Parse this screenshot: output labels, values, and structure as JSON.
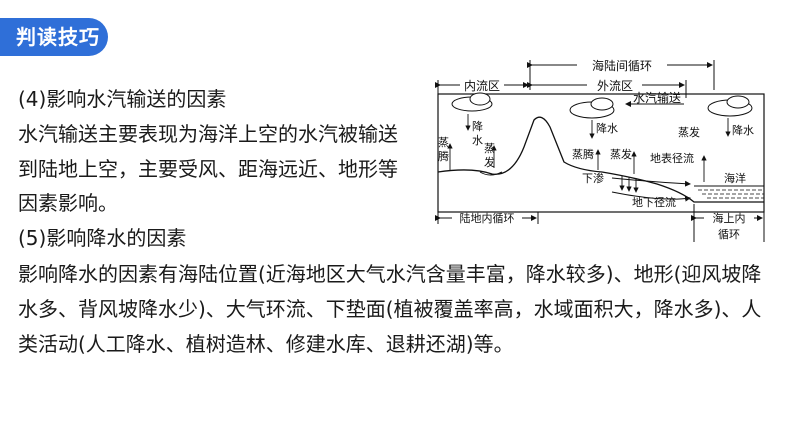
{
  "header": {
    "tag": "判读技巧"
  },
  "section4": {
    "heading": "(4)影响水汽输送的因素",
    "lines": [
      "水汽输送主要表现为海洋上空的水汽被输送",
      "到陆地上空，主要受风、距海远近、地形等",
      "因素影响。"
    ]
  },
  "section5": {
    "heading": "(5)影响降水的因素",
    "lines": [
      "影响降水的因素有海陆位置(近海地区大气水汽含量丰富，降水较多)、地形(迎风坡降",
      "水多、背风坡降水少)、大气环流、下垫面(植被覆盖率高，水域面积大，降水多)、人",
      "类活动(人工降水、植树造林、修建水库、退耕还湖)等。"
    ]
  },
  "diagram": {
    "top_label": "海陆间循环",
    "inland_label": "内流区",
    "outflow_label": "外流区",
    "vapor_transport": "水汽输送",
    "precip_left": [
      "降",
      "水"
    ],
    "evap_transpire_left": [
      "蒸",
      "腾"
    ],
    "evap_left": [
      "蒸",
      "发"
    ],
    "precip_mid": "降水",
    "transpire_mid": "蒸腾",
    "evap_mid": "蒸发",
    "evap_right": "蒸发",
    "precip_right": "降水",
    "surface_runoff": "地表径流",
    "ocean": "海洋",
    "infiltration": "下渗",
    "groundwater": "地下径流",
    "land_cycle": "陆地内循环",
    "ocean_cycle_1": "海上内",
    "ocean_cycle_2": "循环"
  }
}
